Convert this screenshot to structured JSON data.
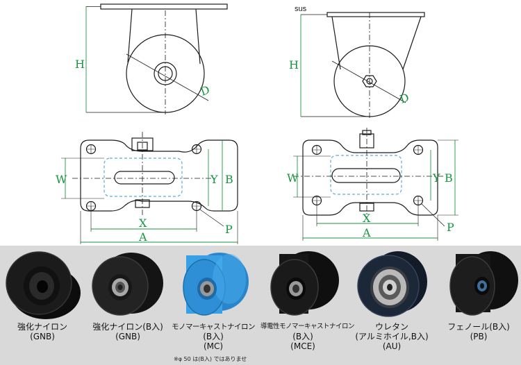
{
  "drawings": {
    "side_views": [
      {
        "labels": {
          "height": "H",
          "diameter": "D"
        }
      },
      {
        "material_tag": "SUS",
        "labels": {
          "height": "H",
          "diameter": "D"
        }
      }
    ],
    "plan_views": [
      {
        "labels": {
          "w": "W",
          "y": "Y",
          "b": "B",
          "x": "X",
          "a": "A",
          "p": "P"
        }
      },
      {
        "labels": {
          "w": "W",
          "y": "Y",
          "b": "B",
          "x": "X",
          "a": "A",
          "p": "P"
        }
      }
    ],
    "colors": {
      "dimension": "#1a9641",
      "line": "#1a1a1a",
      "mounting_area": "#5aaed0",
      "hidden": "#999999"
    }
  },
  "wheels": [
    {
      "icon": "black-nylon-wheel-icon",
      "color": "#1b1b1b",
      "name": [
        "強化ナイロン",
        "(GNB)"
      ]
    },
    {
      "icon": "black-nylon-bearing-wheel-icon",
      "color": "#1f1f1f",
      "name": [
        "強化ナイロン(B入)",
        "(GNB)"
      ]
    },
    {
      "icon": "blue-mc-nylon-wheel-icon",
      "color": "#2f8fd6",
      "name": [
        "モノマーキャストナイロン",
        "(B入)",
        "(MC)"
      ]
    },
    {
      "icon": "conductive-mc-nylon-wheel-icon",
      "color": "#151515",
      "name": [
        "導電性モノマーキャストナイロン",
        "(B入)",
        "(MCE)"
      ]
    },
    {
      "icon": "urethane-aluminum-wheel-icon",
      "color": "#1c2738",
      "name": [
        "ウレタン",
        "(アルミホイル,B入)",
        "(AU)"
      ]
    },
    {
      "icon": "phenolic-wheel-icon",
      "color": "#1a1a1a",
      "name": [
        "フェノール(B入)",
        "(PB)"
      ]
    }
  ],
  "note": "※φ 50 は(B入) ではありませ"
}
